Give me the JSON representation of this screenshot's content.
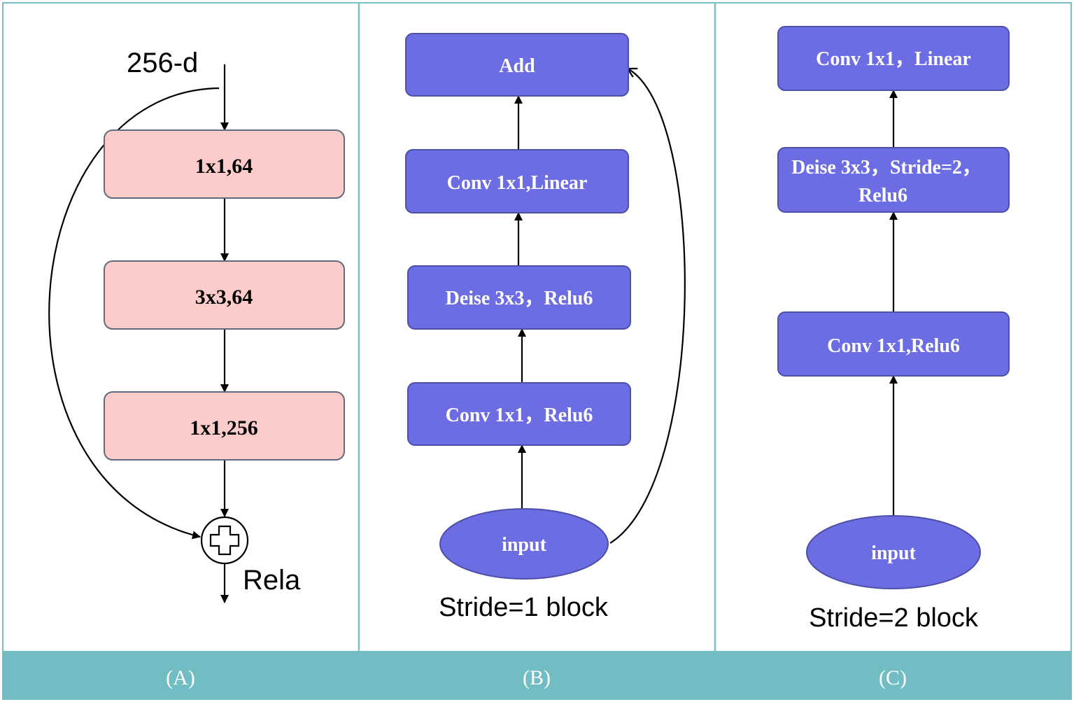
{
  "panel_a": {
    "input_label": "256-d",
    "blocks": [
      "1x1,64",
      "3x3,64",
      "1x1,256"
    ],
    "output_label": "Rela",
    "caption": "(A)"
  },
  "panel_b": {
    "blocks": [
      "Add",
      "Conv 1x1,Linear",
      "Deise 3x3，Relu6",
      "Conv 1x1，Relu6"
    ],
    "input_label": "input",
    "block_label": "Stride=1 block",
    "caption": "(B)"
  },
  "panel_c": {
    "blocks": [
      "Conv 1x1，Linear",
      "Deise 3x3，Stride=2，",
      "Relu6",
      "Conv 1x1,Relu6"
    ],
    "input_label": "input",
    "block_label": "Stride=2 block",
    "caption": "(C)"
  },
  "colors": {
    "frame": "#7ABFC4",
    "caption_bar": "#72BDC3",
    "pink_fill": "#FCCCCB",
    "pink_stroke": "#5F6B80",
    "blue_fill": "#6C6CE3",
    "blue_stroke": "#4D4FA8",
    "arrow": "#000000"
  }
}
